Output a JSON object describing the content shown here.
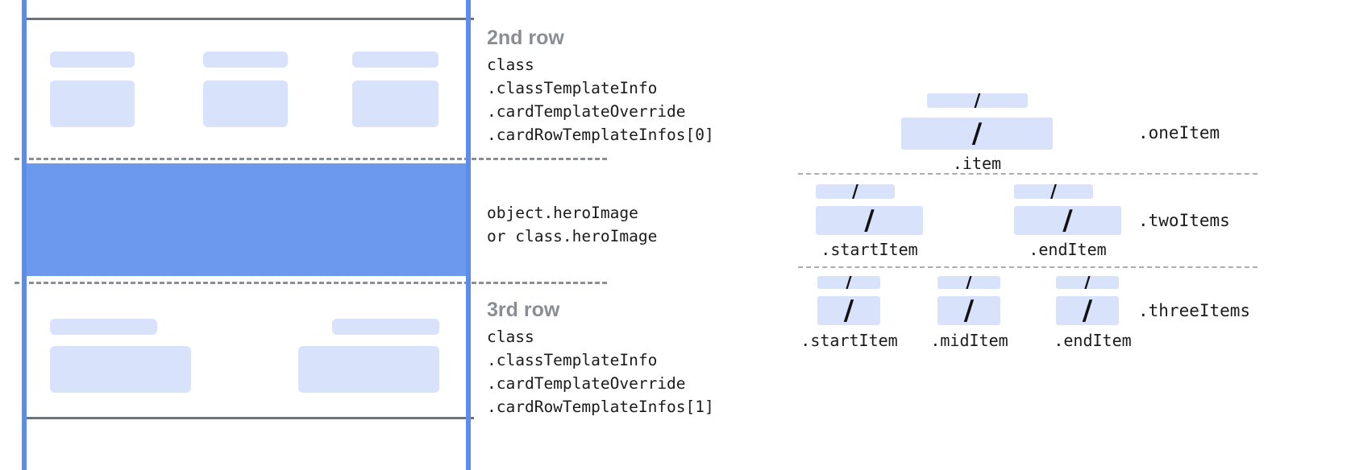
{
  "card_diagram": {
    "rows": [
      {
        "id": "second-row",
        "title": "2nd row",
        "code": [
          "class",
          ".classTemplateInfo",
          ".cardTemplateOverride",
          ".cardRowTemplateInfos[0]"
        ]
      },
      {
        "id": "hero-row",
        "title": "",
        "code": [
          "object.heroImage",
          "or class.heroImage"
        ]
      },
      {
        "id": "third-row",
        "title": "3rd row",
        "code": [
          "class",
          ".classTemplateInfo",
          ".cardTemplateOverride",
          ".cardRowTemplateInfos[1]"
        ]
      }
    ],
    "colors": {
      "guide_line": "#5b8def",
      "rule_line": "#6f7276",
      "dashed_line": "#8b8e92",
      "chip_fill": "#d8e2fb",
      "hero_fill": "#6d99ec",
      "row_title": "#8a8d91"
    }
  },
  "items_diagram": {
    "groups": [
      {
        "id": "one-item",
        "label": ".oneItem",
        "slots": [
          {
            "sub_label": ".item",
            "slash": "/"
          }
        ]
      },
      {
        "id": "two-items",
        "label": ".twoItems",
        "slots": [
          {
            "sub_label": ".startItem",
            "slash": "/"
          },
          {
            "sub_label": ".endItem",
            "slash": "/"
          }
        ]
      },
      {
        "id": "three-items",
        "label": ".threeItems",
        "slots": [
          {
            "sub_label": ".startItem",
            "slash": "/"
          },
          {
            "sub_label": ".midItem",
            "slash": "/"
          },
          {
            "sub_label": ".endItem",
            "slash": "/"
          }
        ]
      }
    ],
    "colors": {
      "box_fill": "#d8e2fb",
      "separator": "#a9acb0",
      "text": "#1b1b1b"
    }
  }
}
